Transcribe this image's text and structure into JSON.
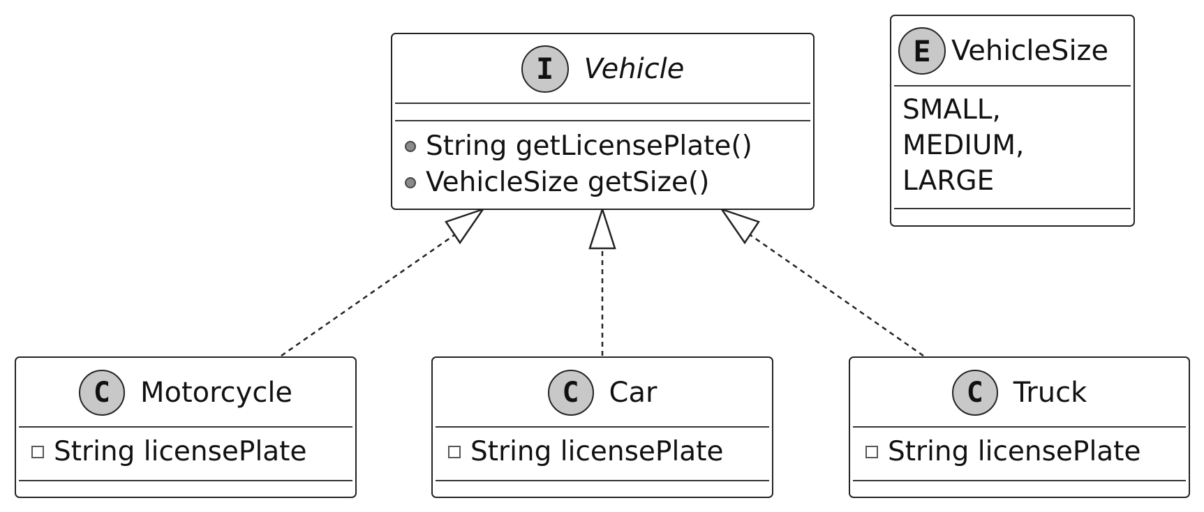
{
  "interface": {
    "badge": "I",
    "name": "Vehicle",
    "methods": [
      "String getLicensePlate()",
      "VehicleSize getSize()"
    ]
  },
  "enum": {
    "badge": "E",
    "name": "VehicleSize",
    "values": [
      "SMALL,",
      "MEDIUM,",
      "LARGE"
    ]
  },
  "classes": [
    {
      "badge": "C",
      "name": "Motorcycle",
      "field": "String licensePlate"
    },
    {
      "badge": "C",
      "name": "Car",
      "field": "String licensePlate"
    },
    {
      "badge": "C",
      "name": "Truck",
      "field": "String licensePlate"
    }
  ],
  "relations": [
    {
      "from": "Motorcycle",
      "to": "Vehicle",
      "type": "realization"
    },
    {
      "from": "Car",
      "to": "Vehicle",
      "type": "realization"
    },
    {
      "from": "Truck",
      "to": "Vehicle",
      "type": "realization"
    }
  ],
  "colors": {
    "badge_fill": "#c8c8c8",
    "line": "#222222",
    "method_dot": "#8a8a8a"
  }
}
